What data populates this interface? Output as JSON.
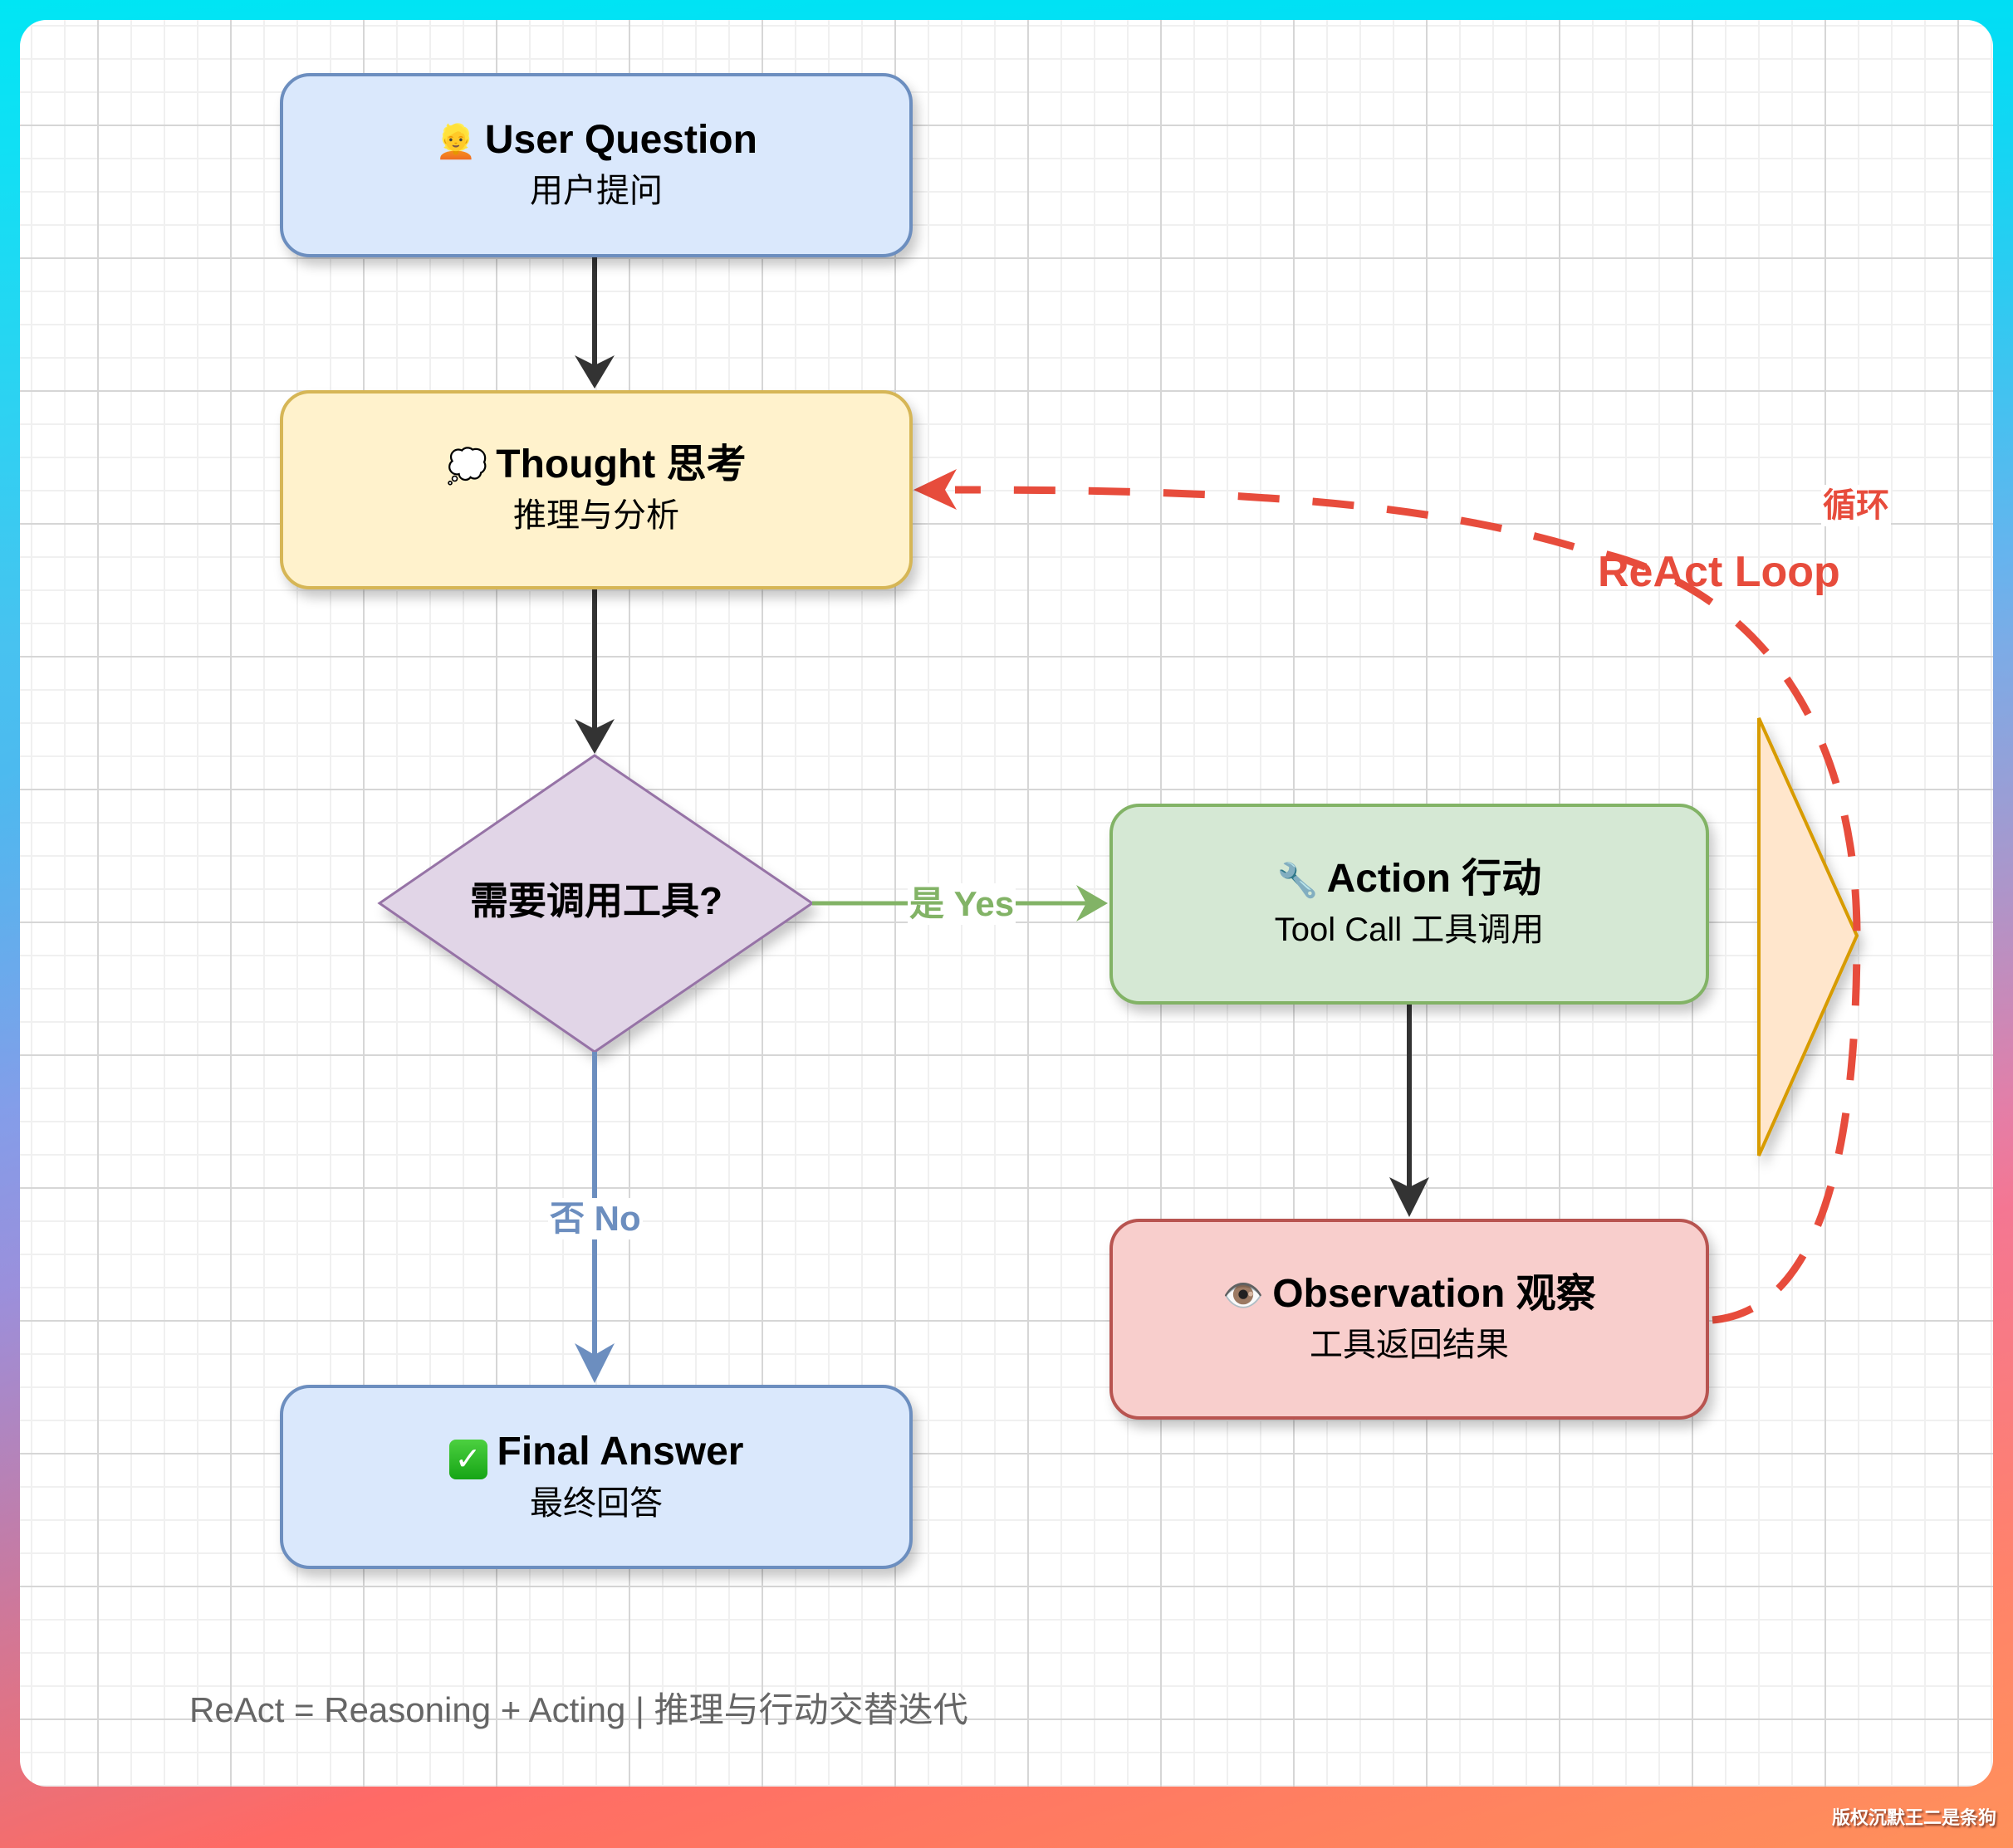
{
  "diagram": {
    "title": "ReAct Loop flowchart",
    "nodes": {
      "user_question": {
        "icon": "person-icon",
        "emoji": "👱",
        "title": "User Question",
        "subtitle": "用户提问",
        "fill": "#dae8fc",
        "stroke": "#6c8ebf"
      },
      "thought": {
        "icon": "thought-bubble-icon",
        "emoji": "💭",
        "title": "Thought 思考",
        "subtitle": "推理与分析",
        "fill": "#fff2cc",
        "stroke": "#d6b656"
      },
      "decision": {
        "text": "需要调用工具?",
        "fill": "#e1d5e7",
        "stroke": "#9673a6"
      },
      "action": {
        "icon": "wrench-icon",
        "emoji": "🔧",
        "title": "Action 行动",
        "subtitle": "Tool Call 工具调用",
        "fill": "#d5e8d4",
        "stroke": "#82b366"
      },
      "observation": {
        "icon": "eye-icon",
        "emoji": "👁️",
        "title": "Observation 观察",
        "subtitle": "工具返回结果",
        "fill": "#f8cecc",
        "stroke": "#b85450"
      },
      "final_answer": {
        "icon": "check-mark-icon",
        "emoji": "✓",
        "title": "Final Answer",
        "subtitle": "最终回答",
        "fill": "#dae8fc",
        "stroke": "#6c8ebf"
      },
      "loop_marker": {
        "shape": "triangle",
        "fill": "#ffe6cc",
        "stroke": "#d79b00"
      }
    },
    "edges": [
      {
        "from": "user_question",
        "to": "thought",
        "label": "",
        "color": "#333333"
      },
      {
        "from": "thought",
        "to": "decision",
        "label": "",
        "color": "#333333"
      },
      {
        "from": "decision",
        "to": "action",
        "label": "是 Yes",
        "color": "#82b366"
      },
      {
        "from": "decision",
        "to": "final_answer",
        "label": "否 No",
        "color": "#6c8ebf"
      },
      {
        "from": "action",
        "to": "observation",
        "label": "",
        "color": "#333333"
      },
      {
        "from": "observation",
        "to": "thought",
        "label": "循环",
        "label2": "ReAct Loop",
        "color": "#e74c3c",
        "style": "dashed"
      }
    ],
    "caption": "ReAct = Reasoning + Acting | 推理与行动交替迭代",
    "watermark": "版权沉默王二是条狗"
  }
}
